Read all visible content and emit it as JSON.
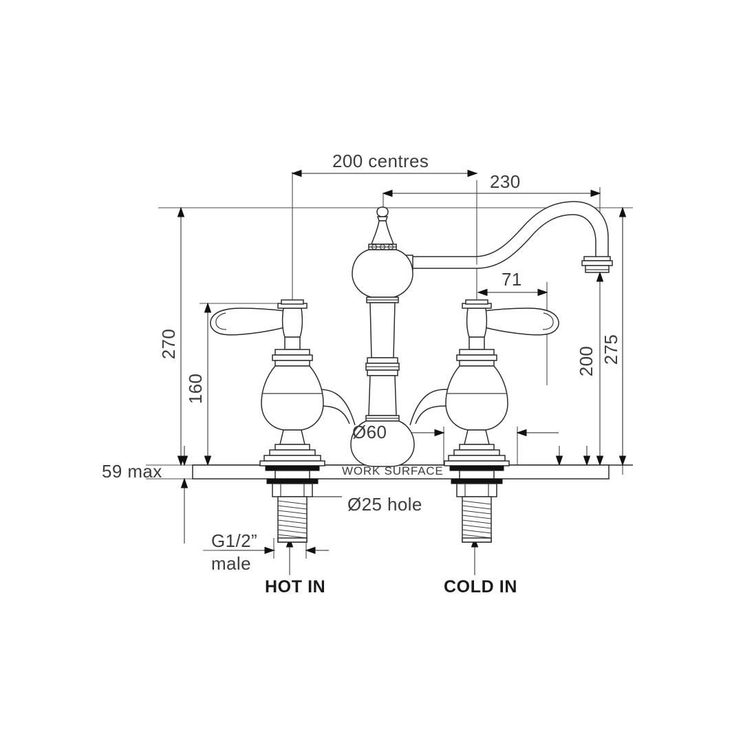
{
  "drawing": {
    "title": "Bridge mixer tap technical dimension drawing",
    "units": "mm",
    "line_color": "#2b2b2b",
    "dim_color": "#4a4a4a",
    "text_color": "#3c3c3c"
  },
  "dimensions": {
    "centres": "200 centres",
    "spout_reach": "230",
    "handle_to_spout": "71",
    "overall_height": "270",
    "handle_height": "160",
    "spout_height": "200",
    "spout_top_height": "275",
    "base_diameter": "Ø60",
    "surface_thickness": "59 max",
    "hole_diameter": "Ø25 hole",
    "thread_line1": "G1/2”",
    "thread_line2": "male"
  },
  "labels": {
    "work_surface": "WORK SURFACE",
    "hot_in": "HOT IN",
    "cold_in": "COLD IN"
  }
}
